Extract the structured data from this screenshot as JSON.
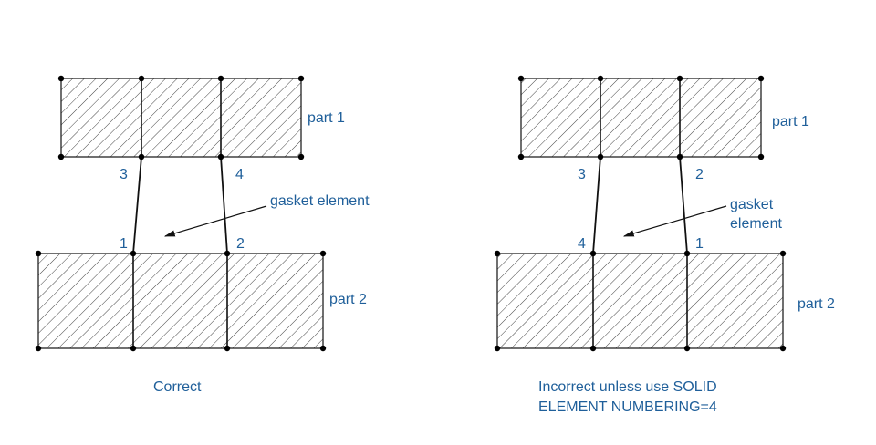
{
  "left": {
    "part1": "part 1",
    "part2": "part 2",
    "nodes": {
      "top_left": "3",
      "top_right": "4",
      "bottom_left": "1",
      "bottom_right": "2"
    },
    "gasket_label": "gasket element",
    "caption": "Correct"
  },
  "right": {
    "part1": "part 1",
    "part2": "part 2",
    "nodes": {
      "top_left": "3",
      "top_right": "2",
      "bottom_left": "4",
      "bottom_right": "1"
    },
    "gasket_label_line1": "gasket",
    "gasket_label_line2": "element",
    "caption_line1": "Incorrect unless use SOLID",
    "caption_line2": "ELEMENT NUMBERING=4"
  },
  "colors": {
    "text": "#1f5f9a",
    "lines": "#111111"
  }
}
